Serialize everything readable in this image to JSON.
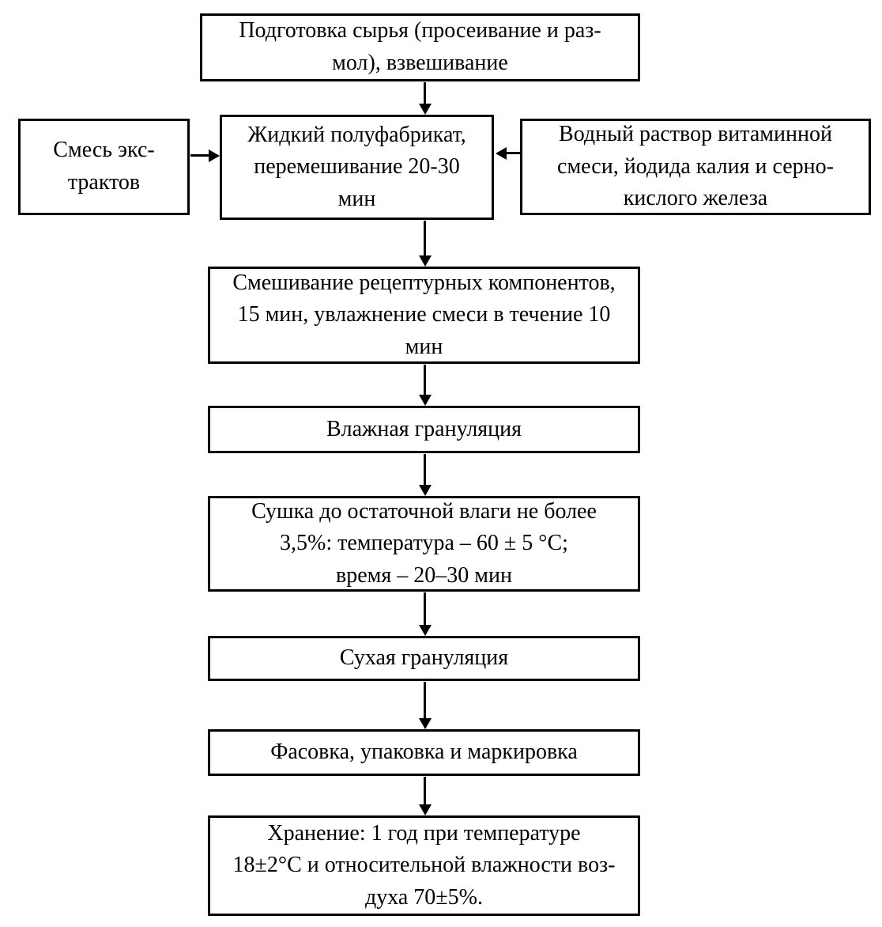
{
  "diagram": {
    "type": "flowchart",
    "language": "ru",
    "line_color": "#000000",
    "text_color": "#000000",
    "background_color": "#ffffff",
    "nodes": {
      "prep": {
        "text": "Подготовка сырья (просеивание и раз-\nмол), взвешивание"
      },
      "extract_mix": {
        "text": "Смесь экс-\nтрактов"
      },
      "liquid_semi": {
        "text": "Жидкий полуфабрикат,\nперемешивание 20-30\nмин"
      },
      "vitamin_solution": {
        "text": "Водный раствор витаминной\nсмеси, йодида калия и серно-\nкислого железа"
      },
      "mixing": {
        "text": "Смешивание рецептурных компонентов,\n15 мин, увлажнение смеси в течение 10\nмин"
      },
      "wet_granulation": {
        "text": "Влажная грануляция"
      },
      "drying": {
        "text": "Сушка до остаточной влаги не более\n3,5%: температура – 60 ± 5 °C;\nвремя – 20–30 мин"
      },
      "dry_granulation": {
        "text": "Сухая грануляция"
      },
      "packaging": {
        "text": "Фасовка, упаковка и маркировка"
      },
      "storage": {
        "text": "Хранение: 1 год при температуре\n18±2°C и относительной влажности воз-\nдуха 70±5%."
      }
    },
    "edges": [
      "prep -> liquid_semi",
      "extract_mix -> liquid_semi",
      "vitamin_solution -> liquid_semi",
      "liquid_semi -> mixing",
      "mixing -> wet_granulation",
      "wet_granulation -> drying",
      "drying -> dry_granulation",
      "dry_granulation -> packaging",
      "packaging -> storage"
    ]
  }
}
